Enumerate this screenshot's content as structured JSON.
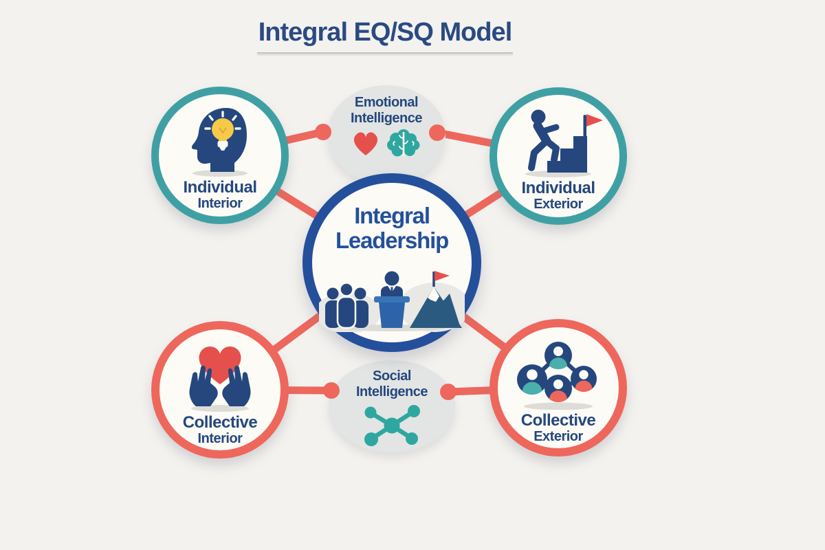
{
  "title": {
    "text": "Integral EQ/SQ Model"
  },
  "center_node": {
    "line1": "Integral",
    "line2": "Leadership",
    "icons": [
      "team-icon",
      "podium-speaker-icon",
      "mountain-flag-icon"
    ]
  },
  "bridge_nodes": {
    "emotional": {
      "line1": "Emotional",
      "line2": "Intelligence",
      "icons": [
        "heart-icon",
        "brain-icon"
      ]
    },
    "social": {
      "line1": "Social",
      "line2": "Intelligence",
      "icons": [
        "molecule-icon"
      ]
    }
  },
  "quadrant_nodes": {
    "individual_interior": {
      "line1": "Individual",
      "line2": "Interior",
      "icon": "head-lightbulb-icon"
    },
    "individual_exterior": {
      "line1": "Individual",
      "line2": "Exterior",
      "icon": "stairs-climb-flag-icon"
    },
    "collective_interior": {
      "line1": "Collective",
      "line2": "Interior",
      "icon": "hands-heart-icon"
    },
    "collective_exterior": {
      "line1": "Collective",
      "line2": "Exterior",
      "icon": "people-network-icon"
    }
  },
  "colors": {
    "background": "#f3f2ef",
    "navy": "#25477e",
    "title_navy": "#2a4a82",
    "center_border": "#24509b",
    "teal": "#3fa0a4",
    "coral": "#ee675c",
    "red": "#e5504c",
    "yellow": "#f6c947",
    "bridge_gray": "#e2e5e3",
    "node_fill": "#fdfbf6",
    "podium_blue": "#2d63a8",
    "podium_blue_light": "#3a74b8",
    "mountain_blue": "#2a5a80",
    "teal_icon": "#2fa7a0",
    "teal_soft": "#4ab0ac",
    "ground_shadow": "#dedcd7",
    "hill_gray": "#e9e8e4",
    "underline_gray": "#c2c3c5"
  }
}
